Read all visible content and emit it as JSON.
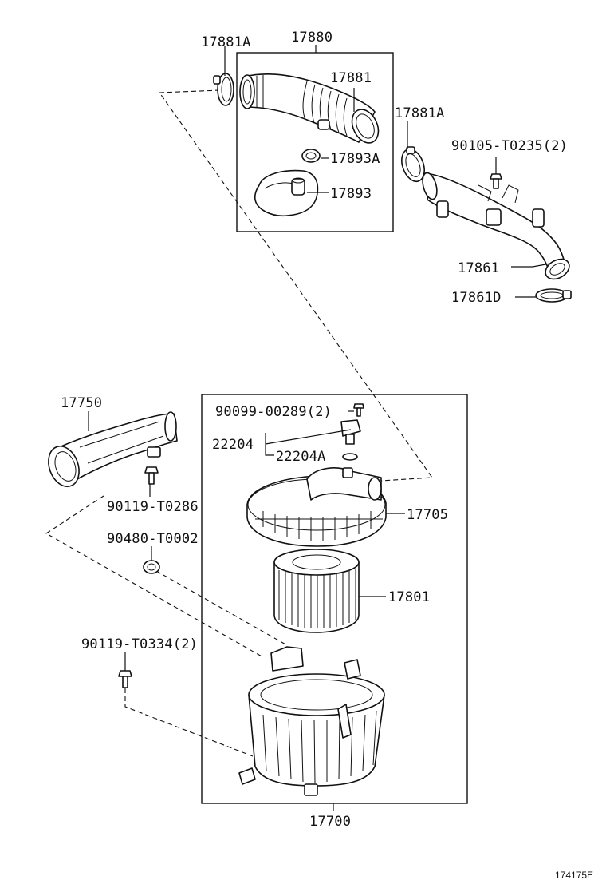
{
  "labels": {
    "p17881A_top": "17881A",
    "p17880": "17880",
    "p17881": "17881",
    "p17881A_right": "17881A",
    "p90105": "90105-T0235(2)",
    "p17893A": "17893A",
    "p17893": "17893",
    "p17861": "17861",
    "p17861D": "17861D",
    "p17750": "17750",
    "p90099": "90099-00289(2)",
    "p22204": "22204",
    "p22204A": "22204A",
    "p90119_0286": "90119-T0286",
    "p17705": "17705",
    "p90480": "90480-T0002",
    "p17801": "17801",
    "p90119_0334": "90119-T0334(2)",
    "p17700": "17700"
  },
  "figure_number": "174175E"
}
